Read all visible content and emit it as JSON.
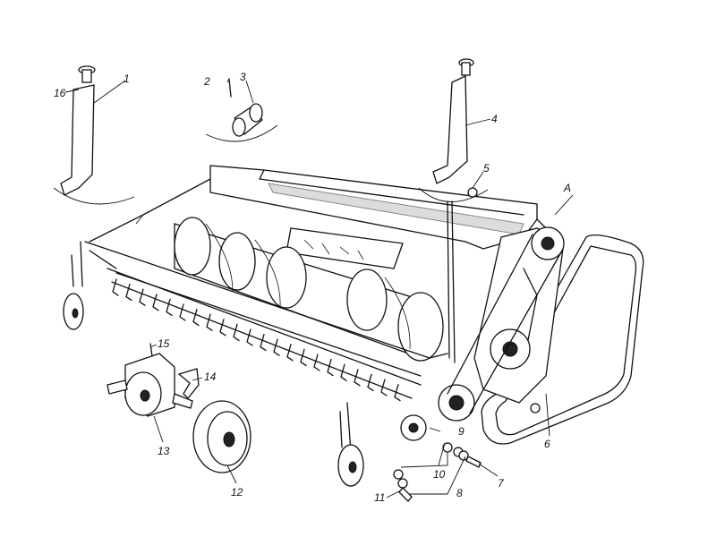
{
  "diagram": {
    "callouts": {
      "c1": "1",
      "c2": "2",
      "c3": "3",
      "c4": "4",
      "c5": "5",
      "c6": "6",
      "c7": "7",
      "c8": "8",
      "c9": "9",
      "c10": "10",
      "c11": "11",
      "c12": "12",
      "c13": "13",
      "c14": "14",
      "c15": "15",
      "c16": "16",
      "view_a": "A"
    }
  }
}
